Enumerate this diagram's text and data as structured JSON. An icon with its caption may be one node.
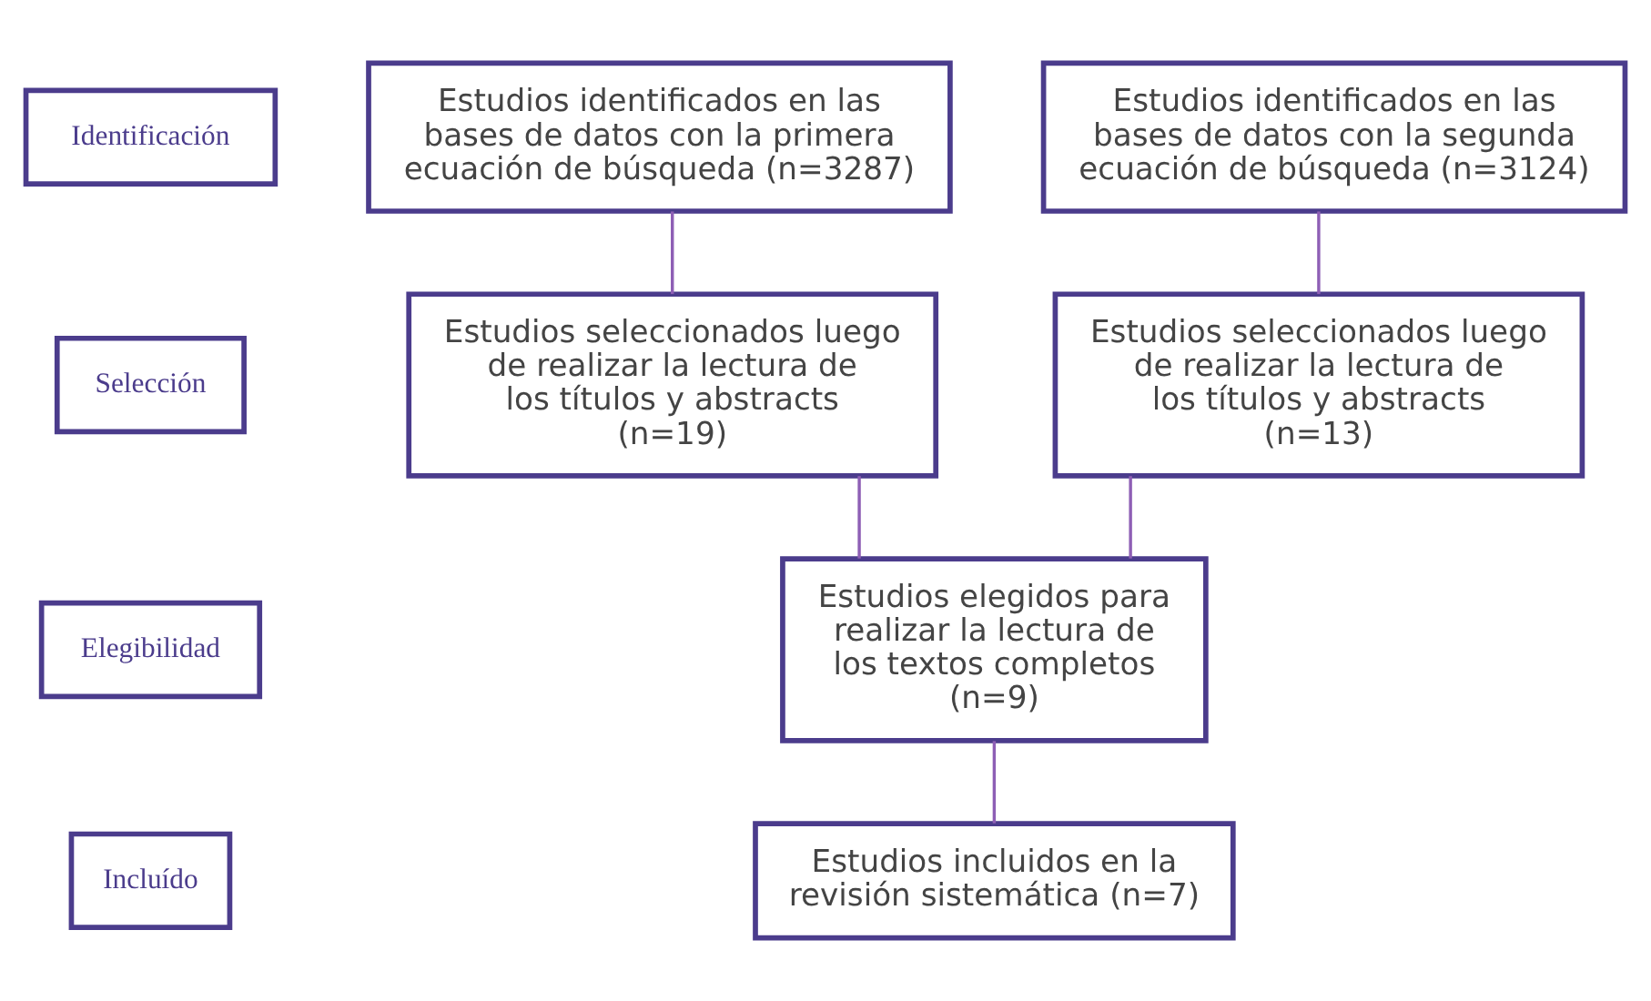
{
  "diagram": {
    "nodes": [
      {
        "text": [
          "Identificación"
        ]
      },
      {
        "text": [
          "Estudios identificados en las bases de datos con la primera ecuación de búsqueda (n=3287)"
        ]
      },
      {
        "text": [
          "Estudios identificados en las bases de datos con la segunda ecuación de búsqueda (n=3124)"
        ]
      },
      {
        "text": [
          "Selección"
        ]
      },
      {
        "text": [
          "Estudios seleccionados luego de realizar la lectura de los títulos y abstracts (n=19)"
        ]
      },
      {
        "text": [
          "Estudios seleccionados luego de realizar la lectura de los títulos y abstracts (n=13)"
        ]
      },
      {
        "text": [
          "Elegibilidad"
        ]
      },
      {
        "text": [
          "Estudios elegidos para realizar la lectura de los textos completos (n=9)"
        ]
      },
      {
        "text": [
          "Incluído"
        ]
      },
      {
        "text": [
          "Estudios incluidos en la revisión sistemática (n=7)"
        ]
      }
    ],
    "edges": [
      {
        "from": 1,
        "to": 4,
        "arrow": "none"
      },
      {
        "from": 2,
        "to": 5,
        "arrow": "none"
      },
      {
        "from": 4,
        "to": 7,
        "arrow": "none"
      },
      {
        "from": 5,
        "to": 7,
        "arrow": "none"
      },
      {
        "from": 7,
        "to": 9,
        "arrow": "none"
      }
    ]
  }
}
